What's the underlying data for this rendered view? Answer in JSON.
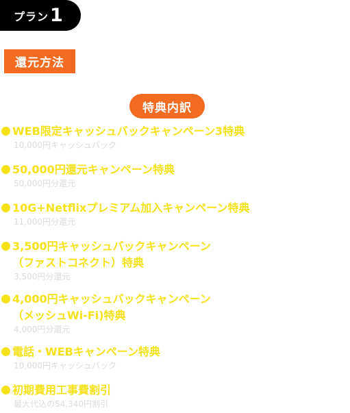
{
  "plan": {
    "prefix": "プラン",
    "number": "1"
  },
  "method_label": "還元方法",
  "tokuten_label": "特典内訳",
  "benefits": [
    {
      "title": "WEB限定キャッシュバックキャンペーン3特典",
      "sub": "10,000円キャッシュバック"
    },
    {
      "title": "50,000円還元キャンペーン特典",
      "sub": "50,000円分還元"
    },
    {
      "title": "10G+Netflixプレミアム加入キャンペーン特典",
      "sub": "11,000円分還元"
    },
    {
      "title": "3,500円キャッシュバックキャンペーン",
      "title2": "（ファストコネクト）特典",
      "sub": "3,500円分還元"
    },
    {
      "title": "4,000円キャッシュバックキャンペーン",
      "title2": "（メッシュWi-Fi)特典",
      "sub": "4,000円分還元"
    },
    {
      "title": "電話・WEBキャンペーン特典",
      "sub": "10,000円キャッシュバック"
    },
    {
      "title": "初期費用工事費割引",
      "sub": "最大代込の54,340円割引"
    }
  ],
  "colors": {
    "accent_orange": "#f26b21",
    "benefit_yellow": "#f6e21a",
    "badge_black": "#000000"
  }
}
